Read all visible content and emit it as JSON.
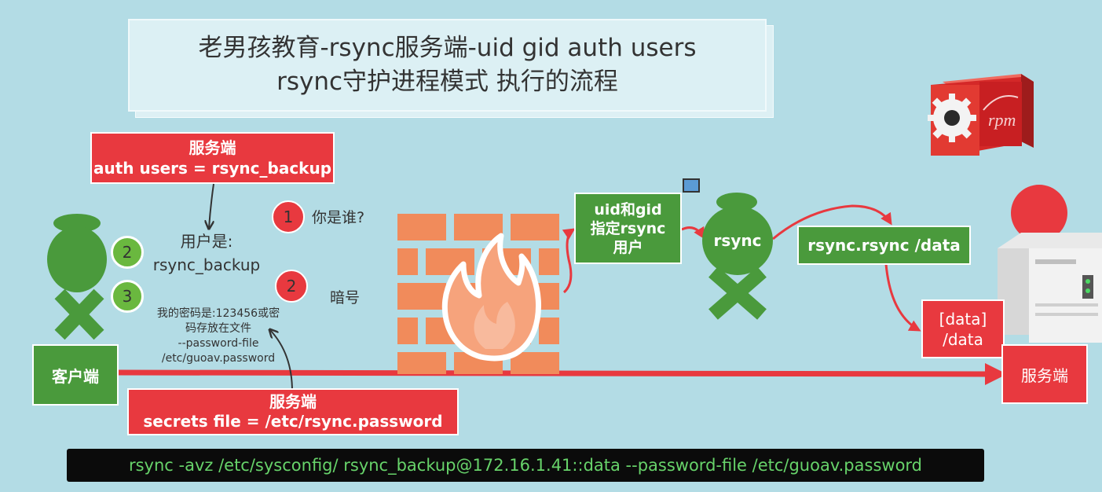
{
  "title": {
    "line1": "老男孩教育-rsync服务端-uid gid  auth users",
    "line2": "rsync守护进程模式 执行的流程"
  },
  "auth_box": {
    "line1": "服务端",
    "line2": "auth users = rsync_backup"
  },
  "secrets_box": {
    "line1": "服务端",
    "line2": "secrets file = /etc/rsync.password"
  },
  "client_label": "客户端",
  "server_label": "服务端",
  "steps": {
    "s1_num": "1",
    "s1_text": "你是谁?",
    "s2_num": "2",
    "s2_text": "暗号",
    "user_line1": "用户是:",
    "user_line2": "rsync_backup",
    "client_num2": "2",
    "client_num3": "3"
  },
  "password_note": {
    "line1": "我的密码是:123456或密",
    "line2": "码存放在文件",
    "line3": "--password-file",
    "line4": "/etc/guoav.password"
  },
  "uid_box": {
    "line1": "uid和gid",
    "line2": "指定rsync",
    "line3": "用户"
  },
  "rsync_daemon_label": "rsync",
  "module_box": "rsync.rsync  /data",
  "data_box": {
    "line1": "[data]",
    "line2": "/data"
  },
  "command": "rsync  -avz  /etc/sysconfig/    rsync_backup@172.16.1.41::data  --password-file /etc/guoav.password",
  "icons": [
    "rpm-package-icon",
    "firewall-icon",
    "server-tower-icon",
    "client-person-icon",
    "rsync-daemon-icon"
  ],
  "colors": {
    "background": "#b3dce5",
    "red": "#e8393f",
    "green": "#4a9a3c",
    "firewall": "#f18b5b",
    "step_green": "#6ab83f"
  }
}
